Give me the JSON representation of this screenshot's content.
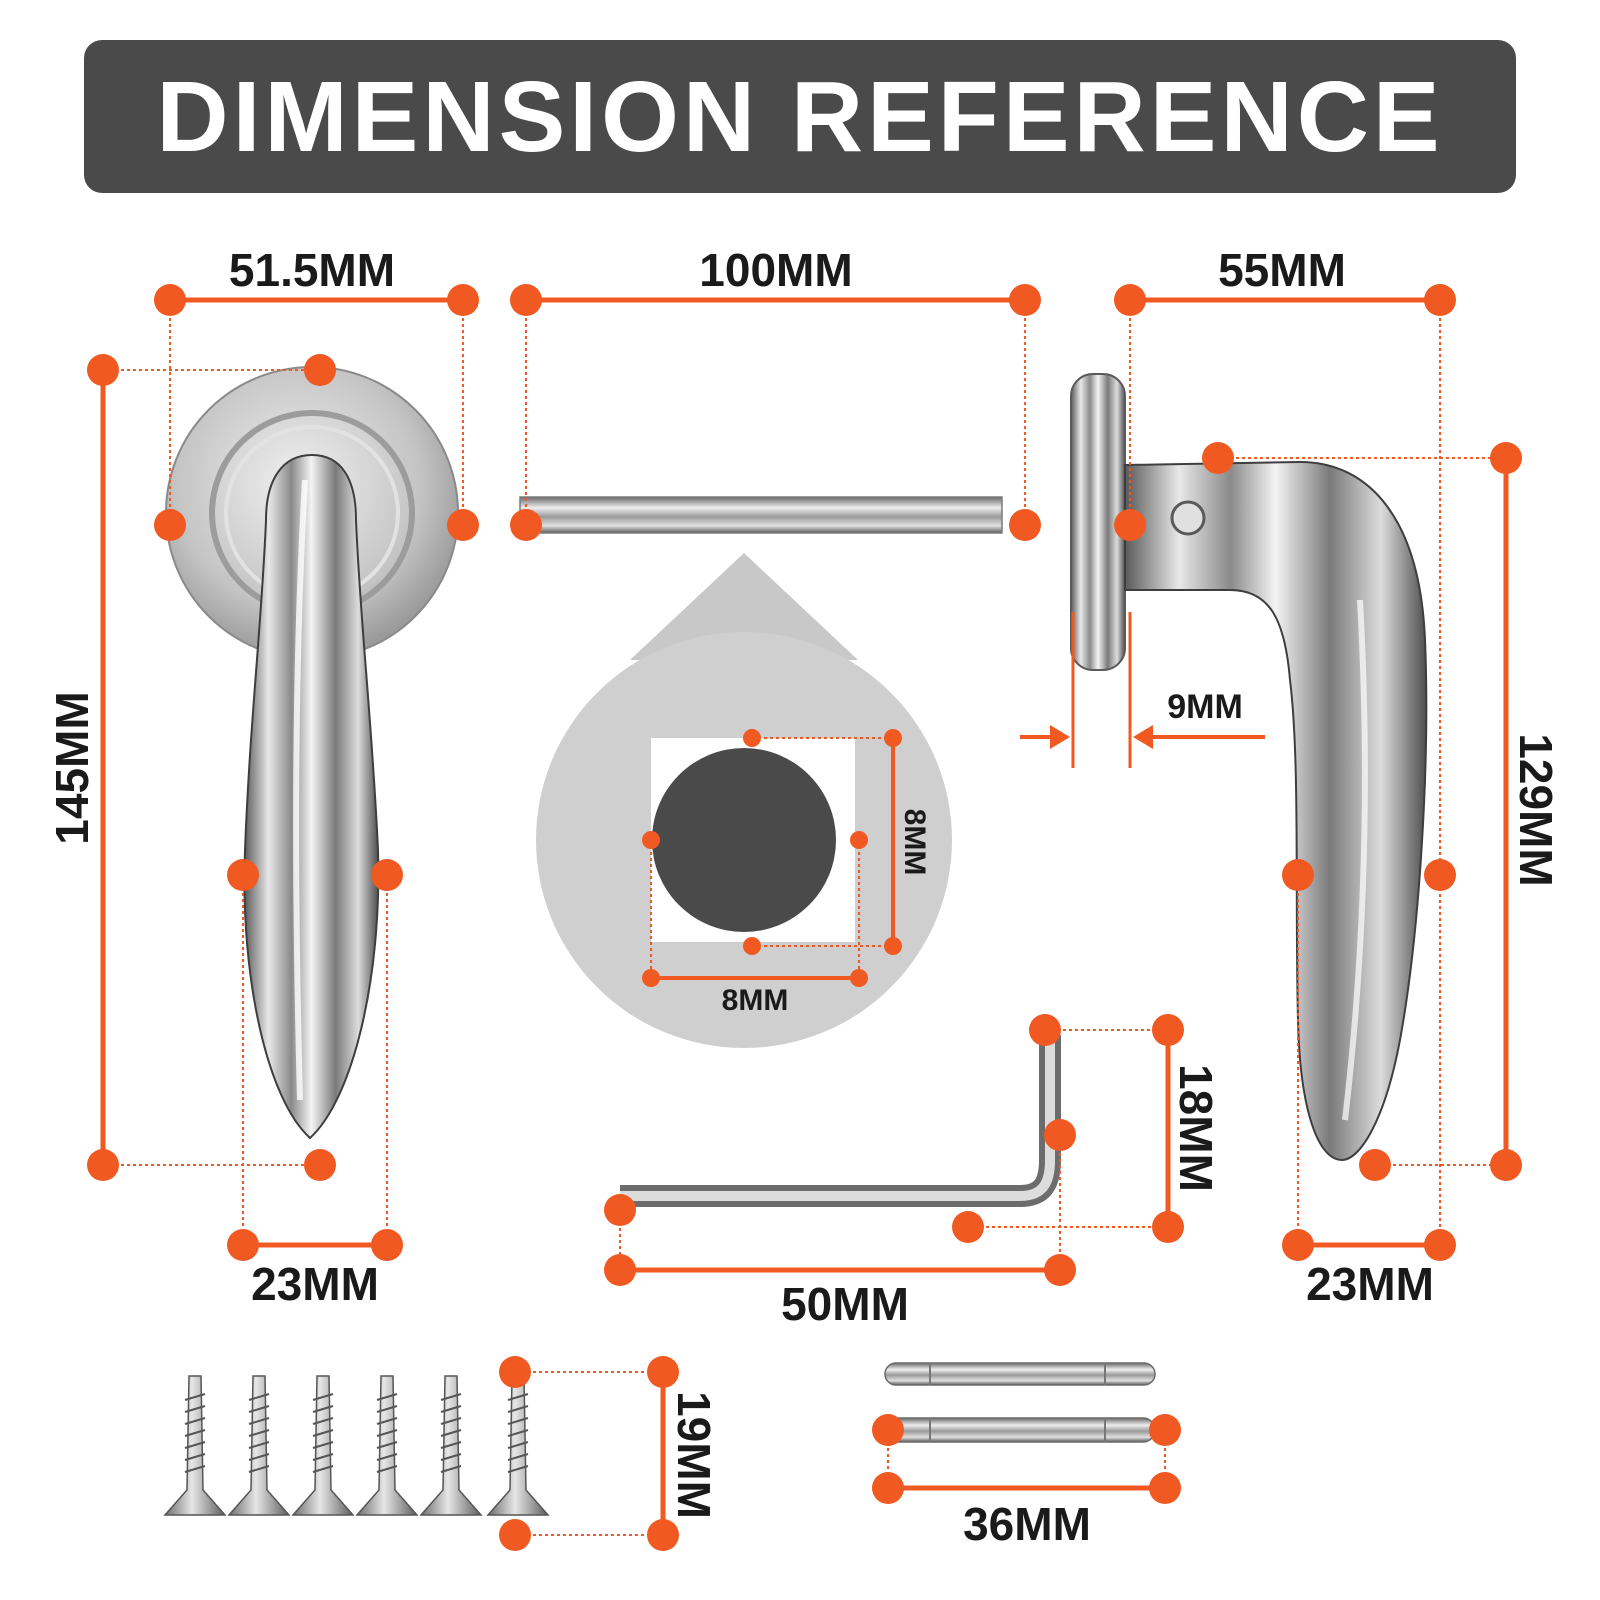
{
  "title": "DIMENSION REFERENCE",
  "colors": {
    "accent": "#f05a22",
    "title_bg": "#4a4a4a",
    "dark_circle": "#4a4a4a",
    "metal": "#b8b8b8"
  },
  "icons": [
    "lever-handle-front",
    "spindle-bar",
    "spindle-cross-section",
    "lever-handle-side",
    "allen-key",
    "screw",
    "connecting-pin"
  ],
  "dimensions": {
    "rose_width": "51.5MM",
    "handle_height": "145MM",
    "handle_grip_width": "23MM",
    "spindle_length": "100MM",
    "spindle_section_height": "8MM",
    "spindle_section_width": "8MM",
    "side_projection": "55MM",
    "rose_thickness": "9MM",
    "side_height": "129MM",
    "side_grip_width": "23MM",
    "key_length": "50MM",
    "key_height": "18MM",
    "screw_length": "19MM",
    "pin_length": "36MM"
  }
}
